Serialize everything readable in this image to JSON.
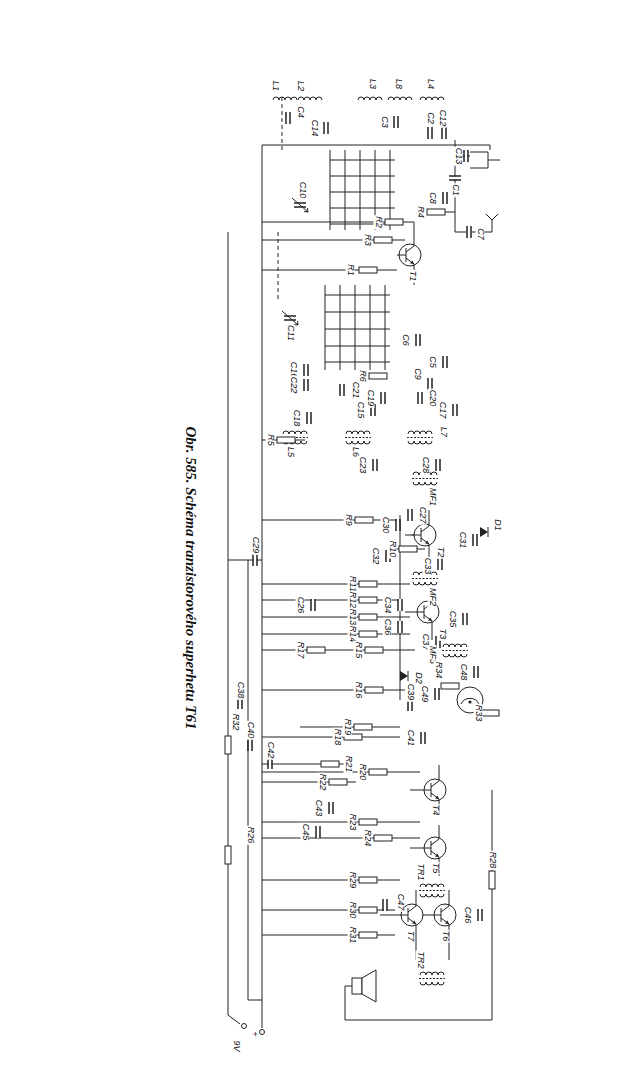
{
  "diagram": {
    "caption": "Obr. 585. Schéma tranzistorového superhetu T61",
    "labels": [
      "L1",
      "L2",
      "L3",
      "L8",
      "L4",
      "C4",
      "C14",
      "C3",
      "C2",
      "C12",
      "C13",
      "C10",
      "C1",
      "C8",
      "C7",
      "R2",
      "R4",
      "R3",
      "T1",
      "R1",
      "C11",
      "C6",
      "C5",
      "C9",
      "C20",
      "C17",
      "L7",
      "C16",
      "C22",
      "C18",
      "C21",
      "R6",
      "C19",
      "C15",
      "L5",
      "L6",
      "R5",
      "C23",
      "C28",
      "MF1",
      "D1",
      "C27",
      "R9",
      "C30",
      "T2",
      "C31",
      "R10",
      "C32",
      "C33",
      "C29",
      "R11",
      "R12",
      "MF2",
      "R13",
      "C34",
      "T3",
      "C35",
      "R14",
      "C36",
      "C37",
      "C26",
      "R17",
      "R15",
      "MF3",
      "R34",
      "C48",
      "D2",
      "C39",
      "C49",
      "R16",
      "R33",
      "C38",
      "R32",
      "C40",
      "R18",
      "R19",
      "C41",
      "C42",
      "R20",
      "R21",
      "R22",
      "T4",
      "C43",
      "C45",
      "R23",
      "R24",
      "T5",
      "R26",
      "R28",
      "TR1",
      "R29",
      "R30",
      "C47",
      "T7",
      "T6",
      "C46",
      "R31",
      "TR2",
      "+",
      "9V"
    ]
  }
}
